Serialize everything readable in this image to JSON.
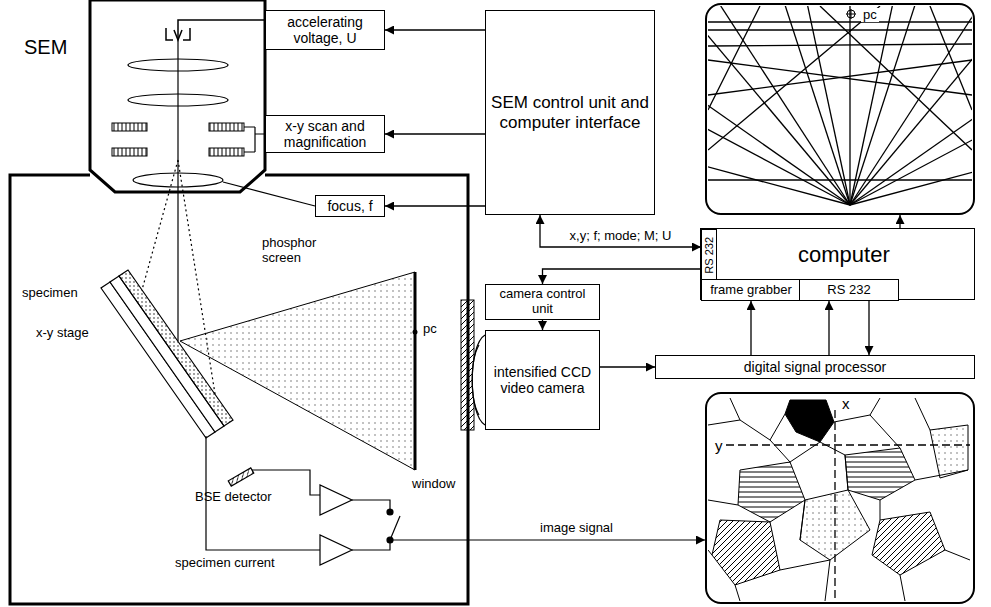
{
  "diagram": {
    "nodes": [
      {
        "text": [
          "accelerating voltage, U"
        ]
      },
      {
        "text": [
          "SEM control unit and computer interface"
        ]
      },
      {
        "text": [
          "x-y scan and magnification"
        ]
      },
      {
        "text": [
          "focus, f"
        ]
      },
      {
        "text": [
          "computer"
        ]
      },
      {
        "text": [
          "RS 232"
        ],
        "in": 4
      },
      {
        "text": [
          "frame grabber"
        ],
        "in": 4
      },
      {
        "text": [
          "RS 232"
        ],
        "in": 4
      },
      {
        "text": [
          "camera control unit"
        ]
      },
      {
        "text": [
          "intensified CCD video camera"
        ]
      },
      {
        "text": [
          "digital signal processor"
        ]
      },
      {
        "text": [
          "pc"
        ]
      },
      {
        "text": [
          "x",
          "y"
        ]
      }
    ],
    "edges": [
      {
        "from": 1,
        "to": 0,
        "arrow": "to"
      },
      {
        "from": 1,
        "to": 2,
        "arrow": "to"
      },
      {
        "from": 1,
        "to": 3,
        "arrow": "to"
      },
      {
        "from": 1,
        "to": 5,
        "arrow": "both",
        "label": "x,y; f; mode; M; U"
      },
      {
        "from": 5,
        "to": 8,
        "arrow": "to"
      },
      {
        "from": 8,
        "to": 9,
        "arrow": "to"
      },
      {
        "from": 9,
        "to": 10,
        "arrow": "to"
      },
      {
        "from": 10,
        "to": 6,
        "arrow": "to"
      },
      {
        "from": 10,
        "to": 7,
        "arrow": "to"
      },
      {
        "from": 7,
        "to": 10,
        "arrow": "to"
      },
      {
        "from": 4,
        "to": 11,
        "arrow": "to"
      }
    ],
    "labels": [
      "SEM",
      "specimen",
      "x-y stage",
      "phosphor screen",
      "pc",
      "window",
      "BSE detector",
      "specimen current",
      "image signal"
    ]
  }
}
